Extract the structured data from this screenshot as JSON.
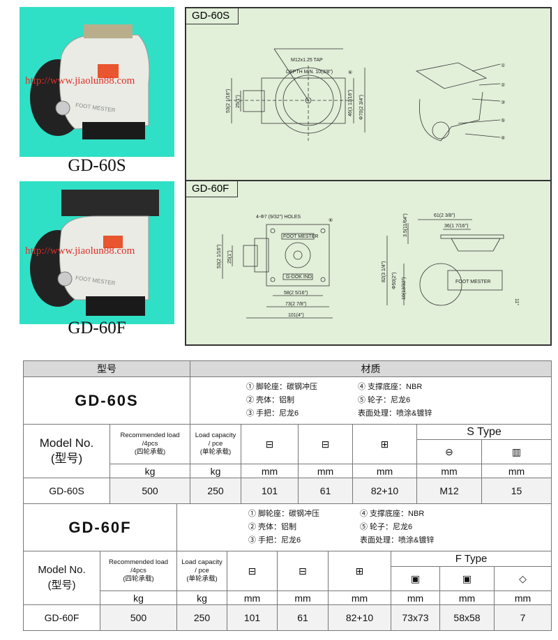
{
  "photos": [
    {
      "caption": "GD-60S",
      "watermark": "http://www.jiaolun88.com",
      "brand_on_body": "FOOT MESTER"
    },
    {
      "caption": "GD-60F",
      "watermark": "http://www.jiaolun88.com",
      "brand_on_body": "FOOT MESTER"
    }
  ],
  "drawings": {
    "s": {
      "title": "GD-60S",
      "tap": "M12x1.25 TAP",
      "depth": "DEPTH MIN. 10(3/8\")",
      "d53": "53(2 1/16\")",
      "d25": "25(1\")",
      "d46": "46(1 13/16\")",
      "d70": "Φ70(2 3/4\")",
      "callouts": [
        "①",
        "②",
        "③",
        "⑤",
        "④",
        "⑥"
      ]
    },
    "f": {
      "title": "GD-60F",
      "holes": "4-Φ7 (9/32\") HOLES",
      "callout": "⑥",
      "brand": "FOOT MESTER",
      "maker": "G-DOK IND.",
      "d53": "53(2 1/16\")",
      "d25": "25(1\")",
      "d58": "58(2 5/16\")",
      "d73": "73(2 7/8\")",
      "d101": "101(4\")",
      "d61": "61(2 3/8\")",
      "d36": "36(1 7/16\")",
      "d35": "3.5(11/64\")",
      "d82": "82(3 1/4\")",
      "d50": "Φ50(2\")",
      "d10": "10(13/32\")",
      "d11": "11°",
      "side_brand": "FOOT MESTER"
    }
  },
  "table": {
    "header": {
      "model": "型号",
      "material": "材质"
    },
    "products": [
      {
        "name": "GD-60S",
        "materials": [
          "① 脚轮座：碳钢冲压",
          "④ 支撑底座：NBR",
          "② 壳体：铝制",
          "⑤ 轮子：尼龙6",
          "③ 手把：尼龙6",
          "表面处理：喷涂&镀锌"
        ],
        "type_label": "S Type",
        "cols": {
          "model": "Model No.",
          "model_cn": "(型号)",
          "rec": "Recommended load",
          "rec2": "/4pcs",
          "rec_cn": "(四轮承载)",
          "cap": "Load capacity",
          "cap2": "/ pce",
          "cap_cn": "(单轮承载)"
        },
        "units": [
          "kg",
          "kg",
          "mm",
          "mm",
          "mm",
          "mm",
          "mm"
        ],
        "row": [
          "GD-60S",
          "500",
          "250",
          "101",
          "61",
          "82+10",
          "M12",
          "15"
        ]
      },
      {
        "name": "GD-60F",
        "materials": [
          "① 脚轮座：碳钢冲压",
          "④ 支撑底座：NBR",
          "② 壳体：铝制",
          "⑤ 轮子：尼龙6",
          "③ 手把：尼龙6",
          "表面处理：喷涂&镀锌"
        ],
        "type_label": "F Type",
        "cols": {
          "model": "Model No.",
          "model_cn": "(型号)",
          "rec": "Recommended load",
          "rec2": "/4pcs",
          "rec_cn": "(四轮承载)",
          "cap": "Load capacity",
          "cap2": "/ pce",
          "cap_cn": "(单轮承载)"
        },
        "units": [
          "kg",
          "kg",
          "mm",
          "mm",
          "mm",
          "mm",
          "mm",
          "mm"
        ],
        "row": [
          "GD-60F",
          "500",
          "250",
          "101",
          "61",
          "82+10",
          "73x73",
          "58x58",
          "7"
        ]
      }
    ]
  }
}
